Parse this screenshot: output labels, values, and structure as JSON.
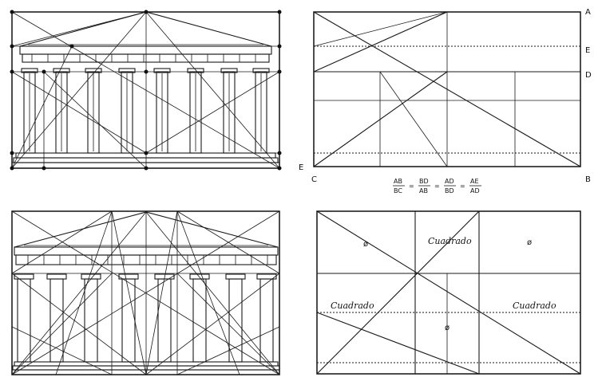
{
  "panel_rect": {
    "labels": {
      "A": "A",
      "E_right": "E",
      "D": "D",
      "E_left": "E",
      "C": "C",
      "B": "B"
    },
    "equation": {
      "f1_num": "AB",
      "f1_den": "BC",
      "f2_num": "BD",
      "f2_den": "AB",
      "f3_num": "AD",
      "f3_den": "BD",
      "f4_num": "AE",
      "f4_den": "AD",
      "eq": "="
    }
  },
  "panel_grid": {
    "phi_1": "ø",
    "cuadrado_top": "Cuadrado",
    "phi_2": "ø",
    "cuadrado_left": "Cuadrado",
    "phi_center": "ø",
    "cuadrado_right": "Cuadrado"
  }
}
